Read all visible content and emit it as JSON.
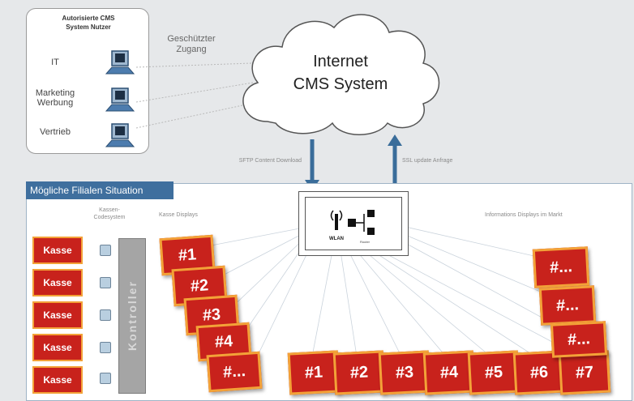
{
  "users_box": {
    "title": "Autorisierte CMS System Nutzer",
    "roles": [
      "IT",
      "Marketing\nWerbung",
      "Vertrieb"
    ]
  },
  "access_label": "Geschützter\nZugang",
  "cloud": {
    "title": "Internet\nCMS System"
  },
  "download_label": "SFTP Content Download",
  "update_label": "SSL update Anfrage",
  "site": {
    "header": "Mögliche Filialen Situation",
    "kassen_label": "Kassen-\nCodesystem",
    "controller_label": "Kontroller",
    "group_label_left": "Kasse Displays",
    "group_label_right": "Informations Displays im Markt",
    "kassen": [
      "Kasse",
      "Kasse",
      "Kasse",
      "Kasse",
      "Kasse"
    ],
    "stack_displays": [
      "#1",
      "#2",
      "#3",
      "#4",
      "#..."
    ],
    "bottom_displays": [
      "#1",
      "#2",
      "#3",
      "#4",
      "#5",
      "#6",
      "#7"
    ],
    "right_displays": [
      "#...",
      "#...",
      "#..."
    ]
  },
  "router": {
    "label": "WLAN",
    "sub_label": "Router"
  },
  "colors": {
    "display_red": "#c8221c",
    "display_border": "#f3a238",
    "header_blue": "#3f6f9e",
    "arrow_blue": "#3a6d9a"
  }
}
